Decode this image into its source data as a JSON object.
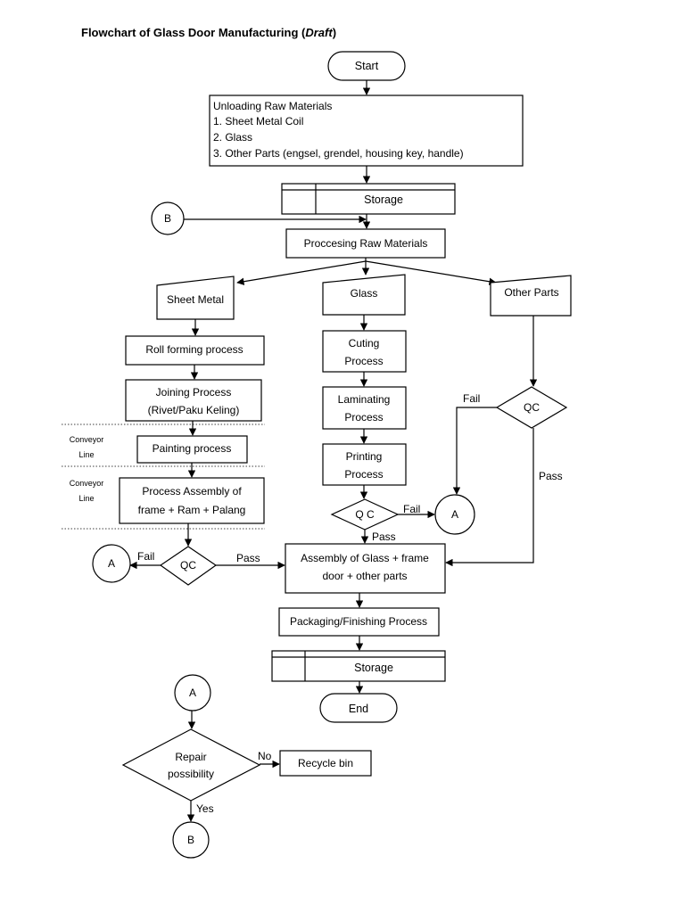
{
  "title": {
    "prefix": "Flowchart of Glass Door Manufacturing (",
    "draft": "Draft",
    "suffix": ")"
  },
  "nodes": {
    "start": "Start",
    "unloading": {
      "line1": "Unloading Raw Materials",
      "line2": "1. Sheet Metal Coil",
      "line3": "2. Glass",
      "line4": "3. Other Parts (engsel, grendel, housing key, handle)"
    },
    "storage_top": "Storage",
    "processing": "Proccesing Raw Materials",
    "sheet_metal": "Sheet Metal",
    "glass": "Glass",
    "other_parts": "Other Parts",
    "roll_forming": "Roll forming process",
    "joining": {
      "line1": "Joining Process",
      "line2": "(Rivet/Paku Keling)"
    },
    "painting": "Painting process",
    "process_assembly": {
      "line1": "Process Assembly of",
      "line2": "frame  + Ram + Palang"
    },
    "cutting": {
      "line1": "Cuting",
      "line2": "Process"
    },
    "laminating": {
      "line1": "Laminating",
      "line2": "Process"
    },
    "printing": {
      "line1": "Printing",
      "line2": "Process"
    },
    "qc_glass": "Q C",
    "qc_frame": "QC",
    "qc_other": "QC",
    "assembly": {
      "line1": "Assembly of Glass + frame",
      "line2": "door + other parts"
    },
    "packaging": "Packaging/Finishing Process",
    "storage_bottom": "Storage",
    "end": "End",
    "repair": {
      "line1": "Repair",
      "line2": "possibility"
    },
    "recycle": "Recycle bin"
  },
  "connectors": {
    "a": "A",
    "b": "B"
  },
  "edge_labels": {
    "fail": "Fail",
    "pass": "Pass",
    "no": "No",
    "yes": "Yes"
  },
  "side_labels": {
    "conveyor1": {
      "line1": "Conveyor",
      "line2": "Line"
    },
    "conveyor2": {
      "line1": "Conveyor",
      "line2": "Line"
    }
  }
}
